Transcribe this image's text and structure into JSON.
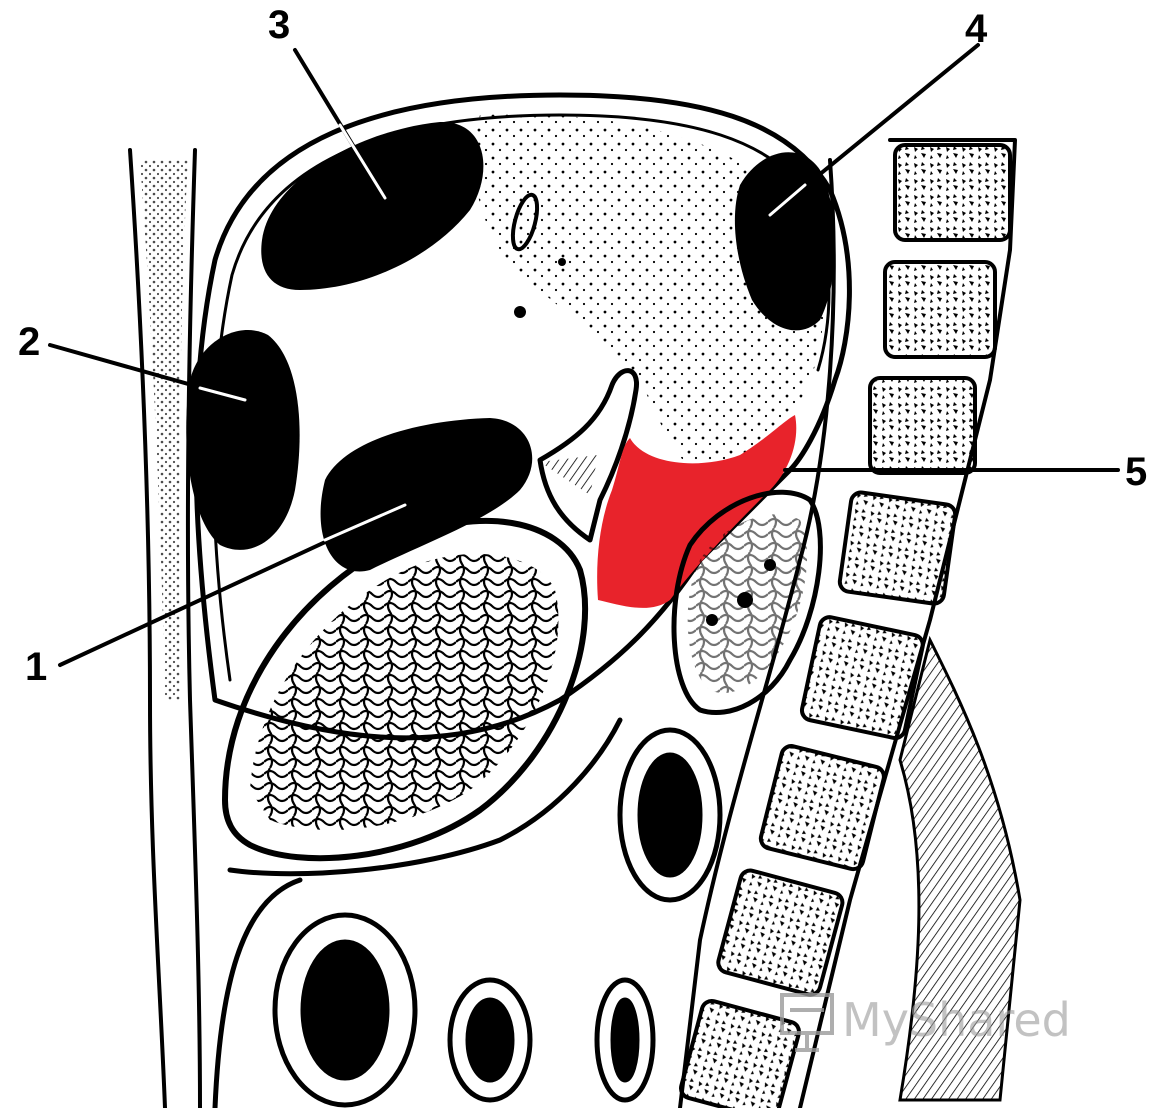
{
  "labels": [
    {
      "id": "1",
      "text": "1"
    },
    {
      "id": "2",
      "text": "2"
    },
    {
      "id": "3",
      "text": "3"
    },
    {
      "id": "4",
      "text": "4"
    },
    {
      "id": "5",
      "text": "5"
    }
  ],
  "colors": {
    "ink": "#000000",
    "highlight": "#e8232b",
    "paper": "#ffffff",
    "watermark": "#9a9a9a"
  },
  "watermark": {
    "text": "MyShared",
    "icon": "presentation-board-icon"
  }
}
